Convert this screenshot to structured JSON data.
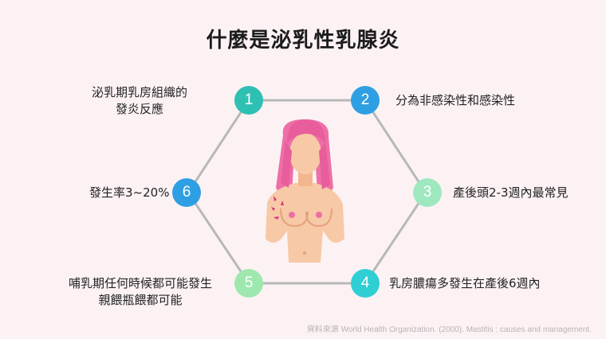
{
  "title": "什麼是泌乳性乳腺炎",
  "nodes": [
    {
      "number": "1",
      "label_lines": [
        "泌乳期乳房組織的",
        "發炎反應"
      ],
      "color": "#2ec0b3"
    },
    {
      "number": "2",
      "label_lines": [
        "分為非感染性和感染性"
      ],
      "color": "#2f9fe3"
    },
    {
      "number": "3",
      "label_lines": [
        "產後頭2-3週內最常見"
      ],
      "color": "#9ee8c0"
    },
    {
      "number": "4",
      "label_lines": [
        "乳房膿瘍多發生在產後6週內"
      ],
      "color": "#2fcfd4"
    },
    {
      "number": "5",
      "label_lines": [
        "哺乳期任何時候都可能發生",
        "親餵瓶餵都可能"
      ],
      "color": "#9ee8b0"
    },
    {
      "number": "6",
      "label_lines": [
        "發生率3~20%"
      ],
      "color": "#2f9fe3"
    }
  ],
  "source": "資料來源 World Health Organization. (2000). Mastitis : causes and management."
}
